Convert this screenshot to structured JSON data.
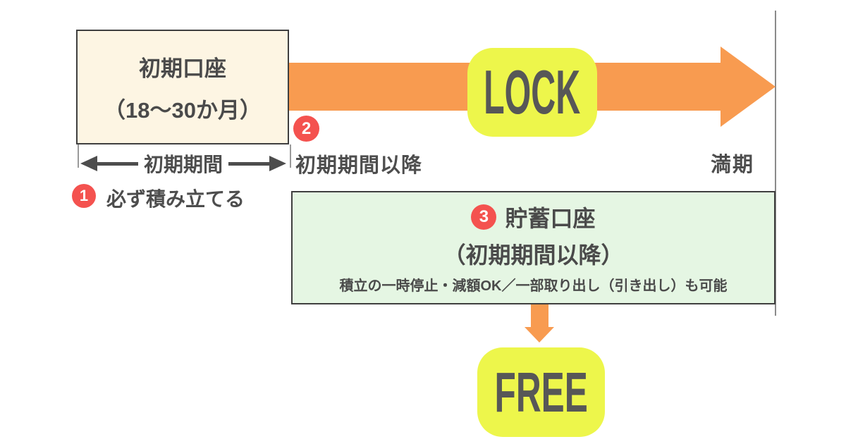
{
  "colors": {
    "orange": "#F89B50",
    "yellow": "#EDF64B",
    "red": "#F4524F",
    "cream_box_bg": "#FDF5E3",
    "green_box_bg": "#E5F6E3",
    "dark_text": "#4A4A4A",
    "timeline_line": "#8A8A8A"
  },
  "initial_box": {
    "title": "初期口座",
    "subtitle": "（18～30か月）"
  },
  "initial_period": {
    "label": "初期期間"
  },
  "steps": {
    "one": {
      "num": "1",
      "label": "必ず積み立てる"
    },
    "two": {
      "num": "2",
      "label": "初期期間以降"
    },
    "three": {
      "num": "3"
    }
  },
  "timeline": {
    "lock_label": "LOCK",
    "maturity_label": "満期"
  },
  "savings_box": {
    "title": "貯蓄口座",
    "subtitle": "（初期期間以降）",
    "note": "積立の一時停止・減額OK／一部取り出し（引き出し）も可能"
  },
  "free_label": "FREE"
}
